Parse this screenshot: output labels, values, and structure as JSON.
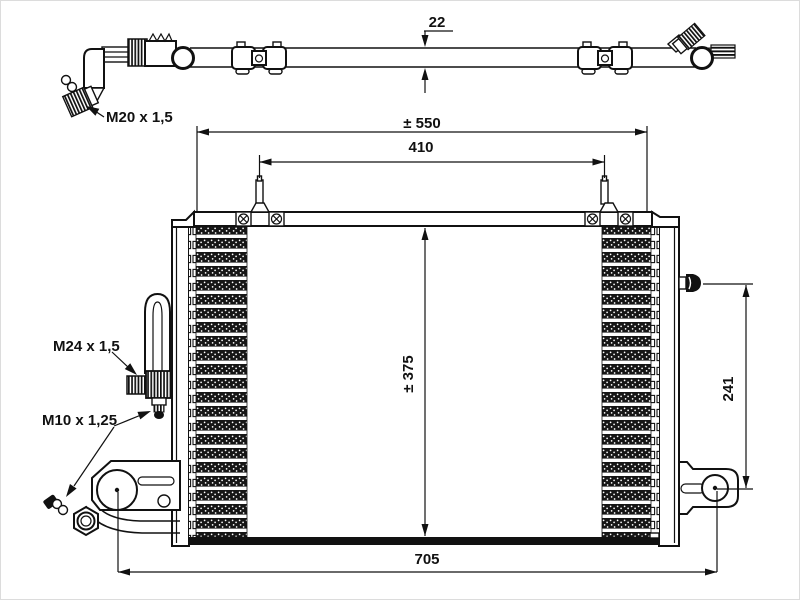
{
  "drawing": {
    "type": "technical-diagram",
    "subject": "automotive AC condenser with receiver tube, mounting brackets and thread fittings",
    "line_color": "#111111",
    "background": "#ffffff",
    "dimensions": {
      "tube_diameter": "22",
      "overall_width": "± 550",
      "pin_spacing": "410",
      "core_height": "± 375",
      "outlet_to_mount_height": "241",
      "mount_hole_spacing": "705"
    },
    "thread_labels": {
      "top_fitting": "M20 x 1,5",
      "side_fitting_upper": "M24 x 1,5",
      "side_fitting_lower": "M10 x 1,25"
    }
  }
}
